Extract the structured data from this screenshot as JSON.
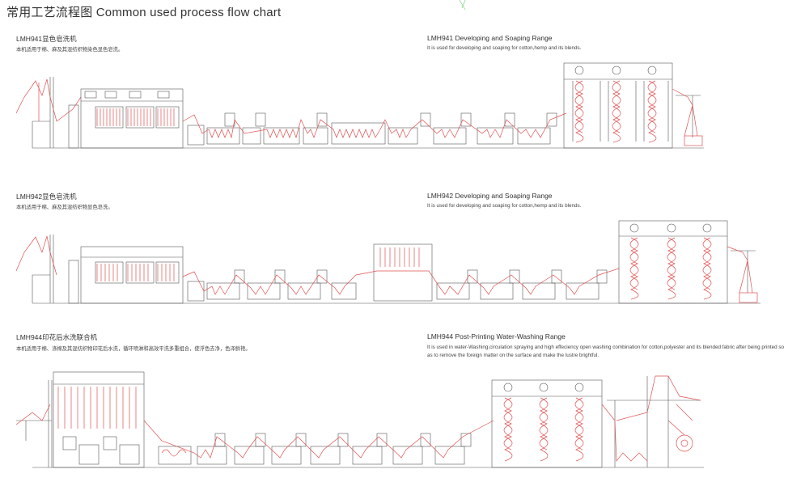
{
  "page": {
    "title": "常用工艺流程图 Common used process flow chart"
  },
  "sections": [
    {
      "cn_title": "LMH941显色皂洗机",
      "cn_desc": "本机适用于棉、麻及其混纺织物染色显色皂洗。",
      "en_title": "LMH941 Developing and Soaping Range",
      "en_desc": "It is used for developing and soaping for cotton,hemp and its blends."
    },
    {
      "cn_title": "LMH942显色皂洗机",
      "cn_desc": "本机适用于棉、麻及其混纺织物显色皂洗。",
      "en_title": "LMH942 Developing and Soaping Range",
      "en_desc": "It is used for developing and soaping for cotton,hemp and its blends."
    },
    {
      "cn_title": "LMH944印花后水洗联合机",
      "cn_desc": "本机适用于棉、涤棉及其混纺织物印花后水洗，循环喷淋和高效平洗多重组合，使浮色去净，色泽鲜艳。",
      "en_title": "LMH944 Post-Printing Water-Washing Range",
      "en_desc": "It is used in water-Washing,circulation spraying and high effeciency open washing combination for cotton,polyester and its blended fabric after being printed so as to remove the foreign matter on the surface and make the lustre brightful."
    }
  ],
  "colors": {
    "machine_line": "#555555",
    "fabric_path": "#e05050"
  }
}
